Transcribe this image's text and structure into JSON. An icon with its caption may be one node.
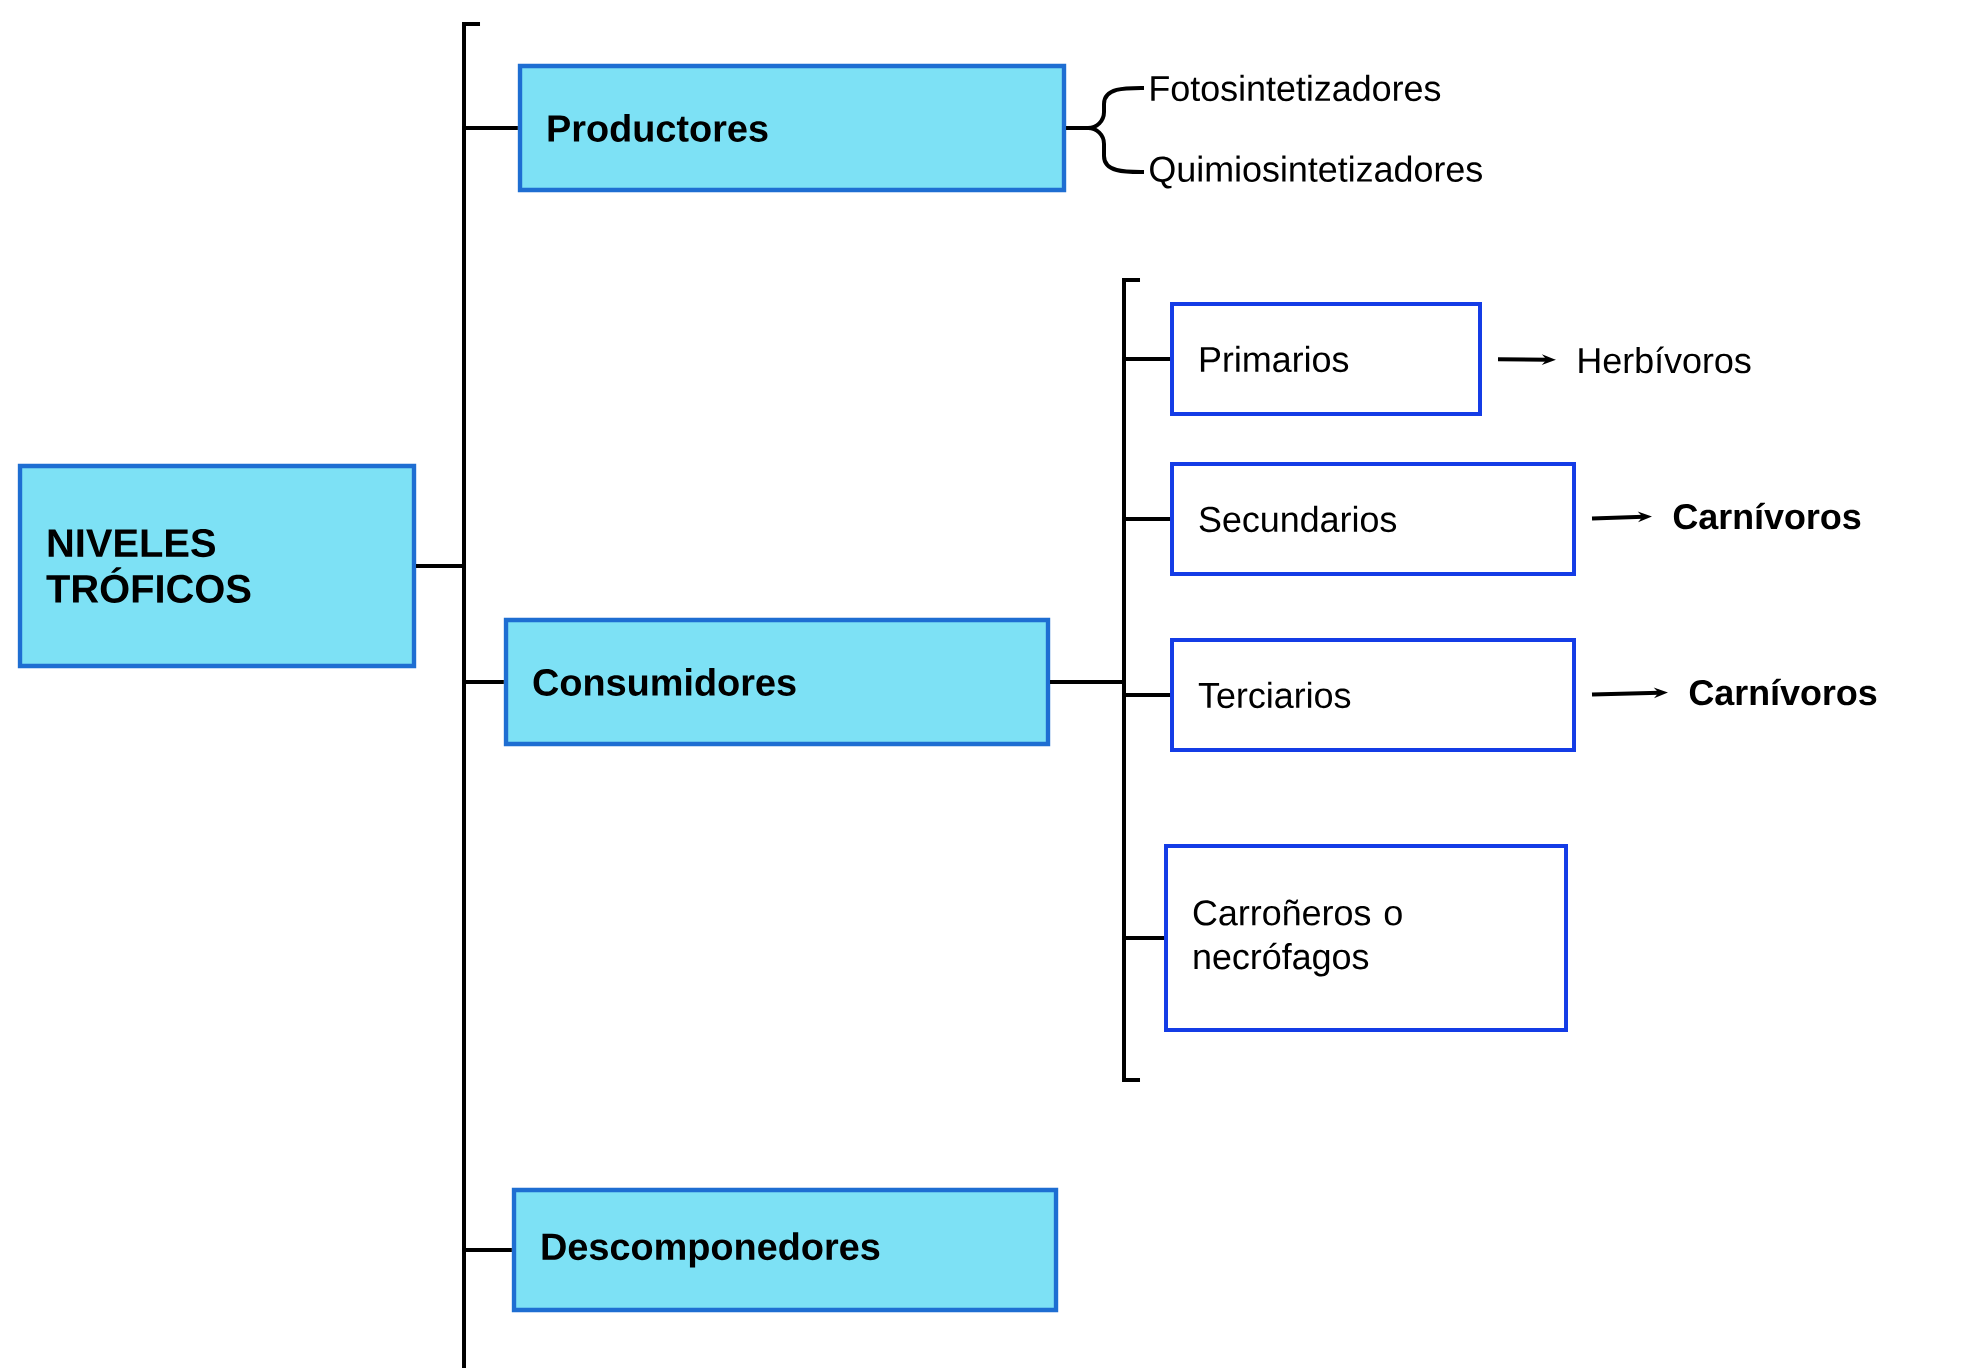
{
  "diagram": {
    "nodes": [
      {
        "text": [
          "NIVELES TRÓFICOS"
        ]
      },
      {
        "text": [
          "Productores"
        ]
      },
      {
        "text": [
          "Consumidores"
        ]
      },
      {
        "text": [
          "Descomponedores"
        ]
      },
      {
        "text": [
          "Fotosintetizadores"
        ]
      },
      {
        "text": [
          "Quimiosintetizadores"
        ]
      },
      {
        "text": [
          "Primarios"
        ]
      },
      {
        "text": [
          "Secundarios"
        ]
      },
      {
        "text": [
          "Terciarios"
        ]
      },
      {
        "text": [
          "Carroñeros o necrófagos"
        ]
      },
      {
        "text": [
          "Herbívoros"
        ]
      },
      {
        "text": [
          "Carnívoros"
        ]
      },
      {
        "text": [
          "Carnívoros"
        ]
      }
    ],
    "edges": [
      {
        "from": 0,
        "to": 1,
        "arrow": "none"
      },
      {
        "from": 0,
        "to": 2,
        "arrow": "none"
      },
      {
        "from": 0,
        "to": 3,
        "arrow": "none"
      },
      {
        "from": 1,
        "to": 4,
        "arrow": "none"
      },
      {
        "from": 1,
        "to": 5,
        "arrow": "none"
      },
      {
        "from": 2,
        "to": 6,
        "arrow": "none"
      },
      {
        "from": 2,
        "to": 7,
        "arrow": "none"
      },
      {
        "from": 2,
        "to": 8,
        "arrow": "none"
      },
      {
        "from": 2,
        "to": 9,
        "arrow": "none"
      },
      {
        "from": 6,
        "to": 10,
        "arrow": "to"
      },
      {
        "from": 7,
        "to": 11,
        "arrow": "to"
      },
      {
        "from": 8,
        "to": 12,
        "arrow": "to"
      }
    ]
  }
}
